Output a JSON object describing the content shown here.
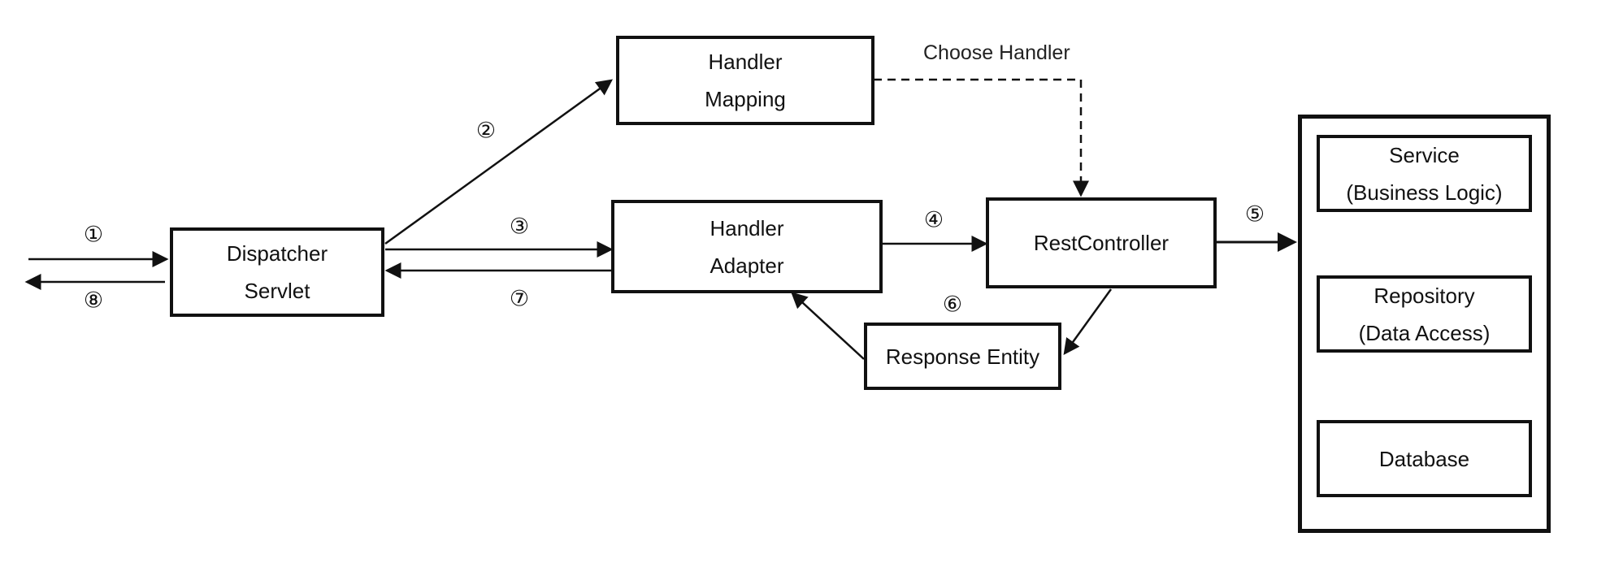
{
  "nodes": {
    "dispatcher_servlet": {
      "lines": [
        "Dispatcher",
        "Servlet"
      ]
    },
    "handler_mapping": {
      "lines": [
        "Handler",
        "Mapping"
      ]
    },
    "handler_adapter": {
      "lines": [
        "Handler",
        "Adapter"
      ]
    },
    "rest_controller": {
      "lines": [
        "RestController"
      ]
    },
    "response_entity": {
      "lines": [
        "Response Entity"
      ]
    },
    "service": {
      "lines": [
        "Service",
        "(Business Logic)"
      ]
    },
    "repository": {
      "lines": [
        "Repository",
        "(Data Access)"
      ]
    },
    "database": {
      "lines": [
        "Database"
      ]
    }
  },
  "steps": {
    "s1": "①",
    "s2": "②",
    "s3": "③",
    "s4": "④",
    "s5": "⑤",
    "s6": "⑥",
    "s7": "⑦",
    "s8": "⑧"
  },
  "annotations": {
    "choose_handler": "Choose Handler"
  },
  "edges": [
    {
      "from": "client",
      "to": "dispatcher_servlet",
      "label": "①",
      "style": "solid"
    },
    {
      "from": "dispatcher_servlet",
      "to": "handler_mapping",
      "label": "②",
      "style": "solid"
    },
    {
      "from": "handler_mapping",
      "to": "rest_controller",
      "label": "Choose Handler",
      "style": "dashed"
    },
    {
      "from": "dispatcher_servlet",
      "to": "handler_adapter",
      "label": "③",
      "style": "solid"
    },
    {
      "from": "handler_adapter",
      "to": "rest_controller",
      "label": "④",
      "style": "solid"
    },
    {
      "from": "rest_controller",
      "to": "service_layer",
      "label": "⑤",
      "style": "solid"
    },
    {
      "from": "rest_controller",
      "to": "response_entity",
      "label": "",
      "style": "solid"
    },
    {
      "from": "response_entity",
      "to": "handler_adapter",
      "label": "⑥",
      "style": "solid"
    },
    {
      "from": "handler_adapter",
      "to": "dispatcher_servlet",
      "label": "⑦",
      "style": "solid"
    },
    {
      "from": "dispatcher_servlet",
      "to": "client",
      "label": "⑧",
      "style": "solid"
    }
  ]
}
